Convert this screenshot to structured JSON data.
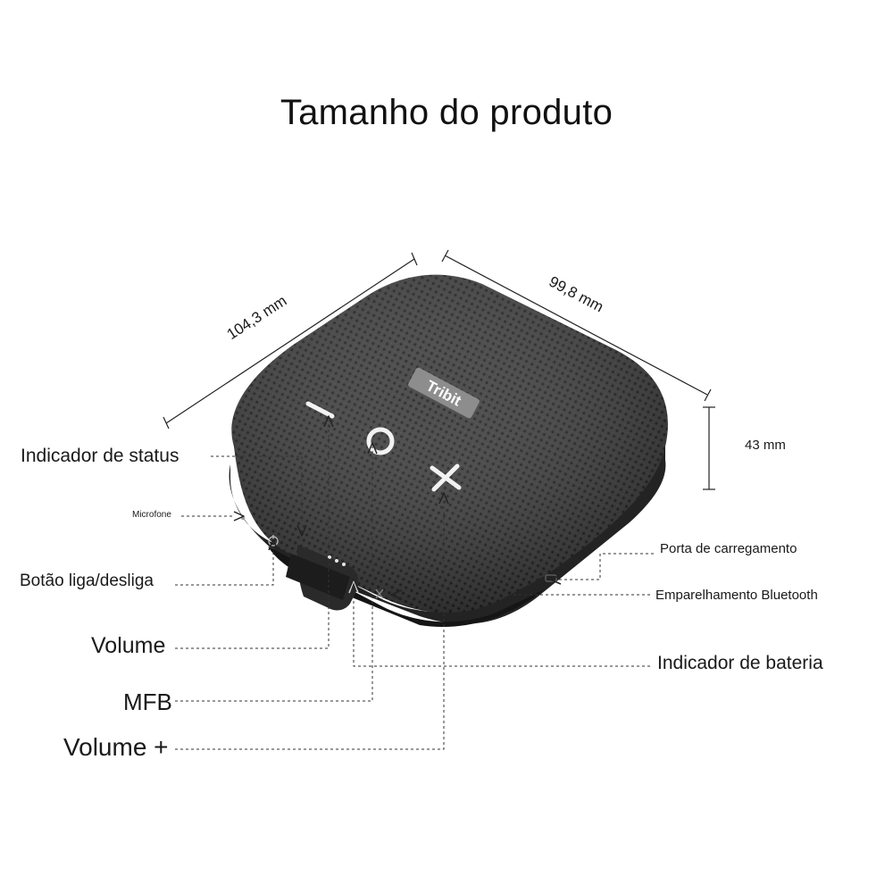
{
  "title": "Tamanho do produto",
  "brand_logo": "Tribit",
  "dimensions": {
    "length": "104,3 mm",
    "width": "99,8 mm",
    "height": "43 mm"
  },
  "labels": {
    "status_indicator": "Indicador de status",
    "microphone": "Microfone",
    "power_button": "Botão liga/desliga",
    "volume_minus": "Volume",
    "mfb": "MFB",
    "volume_plus": "Volume +",
    "charging_port": "Porta de carregamento",
    "bluetooth_pairing": "Emparelhamento Bluetooth",
    "battery_indicator": "Indicador de bateria"
  },
  "colors": {
    "speaker_body": "#2b2b2b",
    "speaker_mesh": "#3a3a3a",
    "button_marks": "#f2f2f2",
    "logo_badge": "#8d8d8d"
  }
}
